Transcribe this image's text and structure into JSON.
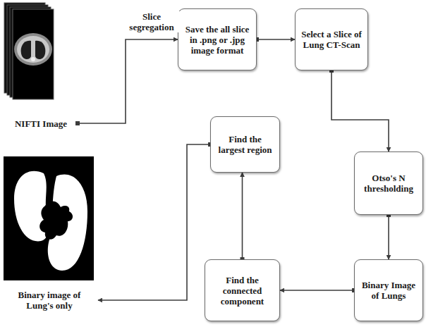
{
  "diagram": {
    "nodes": [
      {
        "text": [
          "NIFTI Image"
        ]
      },
      {
        "text": [
          "Save the all slice in .png or .jpg image format"
        ]
      },
      {
        "text": [
          "Select a Slice of Lung CT-Scan"
        ]
      },
      {
        "text": [
          "Otso's N thresholding"
        ]
      },
      {
        "text": [
          "Binary Image of Lungs"
        ]
      },
      {
        "text": [
          "Find the connected component"
        ]
      },
      {
        "text": [
          "Find the largest region"
        ]
      },
      {
        "text": [
          "Binary image of Lung's only"
        ]
      }
    ],
    "edges": [
      {
        "from": 0,
        "to": 1,
        "label": "Slice segregation",
        "arrow": "to"
      },
      {
        "from": 1,
        "to": 2,
        "arrow": "to"
      },
      {
        "from": 2,
        "to": 3,
        "arrow": "to"
      },
      {
        "from": 3,
        "to": 4,
        "arrow": "to"
      },
      {
        "from": 4,
        "to": 5,
        "arrow": "to"
      },
      {
        "from": 5,
        "to": 6,
        "arrow": "to"
      },
      {
        "from": 6,
        "to": 7,
        "arrow": "to"
      }
    ]
  }
}
